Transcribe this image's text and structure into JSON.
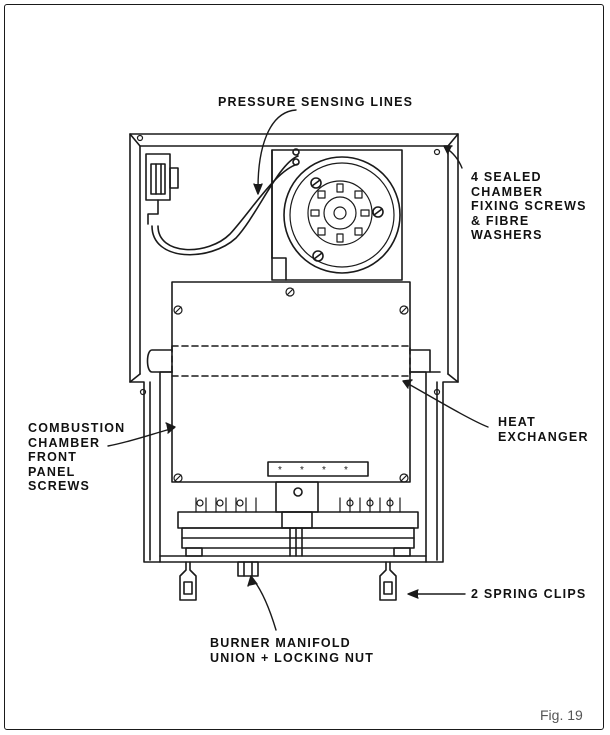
{
  "figure": {
    "caption": "Fig. 19"
  },
  "labels": {
    "pressure_sensing_lines": "PRESSURE SENSING LINES",
    "sealed_chamber_screws": "4  SEALED\nCHAMBER\nFIXING SCREWS\n& FIBRE\nWASHERS",
    "heat_exchanger": "HEAT\nEXCHANGER",
    "combustion_chamber": "COMBUSTION\nCHAMBER\nFRONT\nPANEL\nSCREWS",
    "spring_clips": "2  SPRING CLIPS",
    "burner_manifold": "BURNER MANIFOLD\nUNION + LOCKING NUT"
  }
}
